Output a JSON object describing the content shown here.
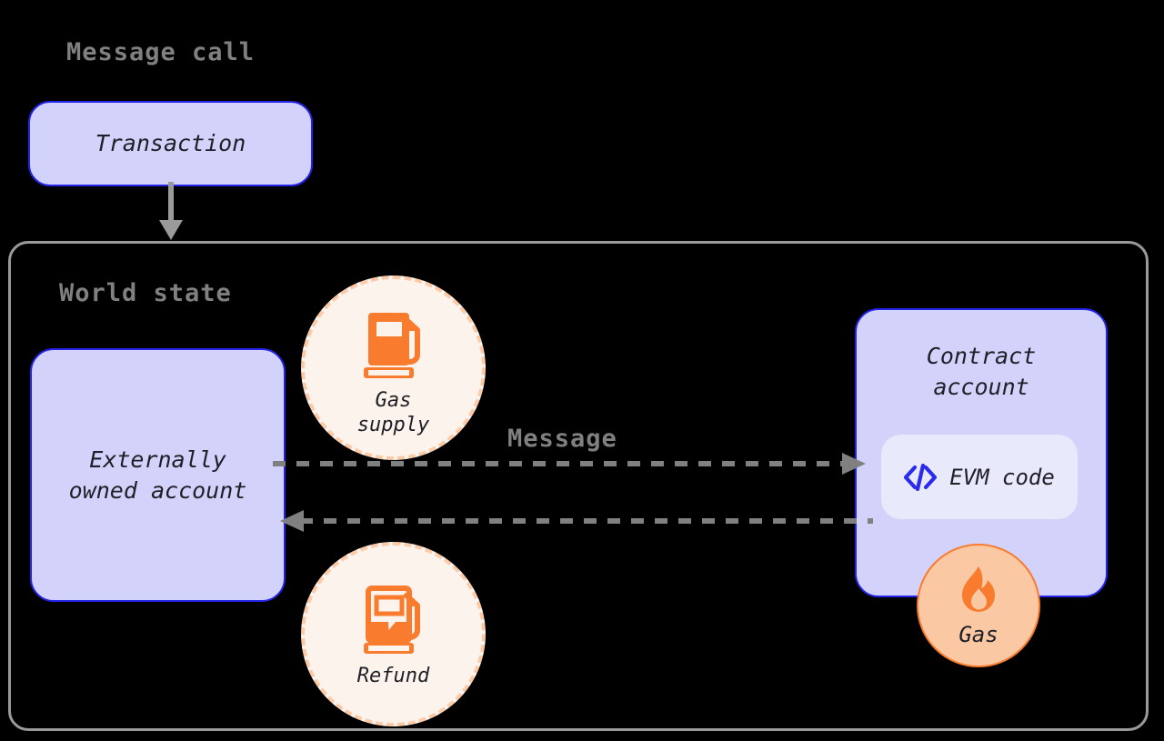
{
  "diagram": {
    "title": "Message call",
    "background_color": "#000000",
    "accent_blue": "#2424e8",
    "node_fill": "#d3d2fb",
    "accent_orange": "#f97b2e",
    "gray": "#9a9a9a"
  },
  "titles": {
    "message_call": "Message call",
    "world_state": "World state"
  },
  "nodes": {
    "transaction": {
      "label": "Transaction"
    },
    "externally_owned_account": {
      "label": "Externally\nowned account"
    },
    "contract_account": {
      "label": "Contract\naccount",
      "chip": {
        "label": "EVM code",
        "icon": "code-brackets-icon"
      }
    }
  },
  "badges": {
    "gas_supply": {
      "label": "Gas\nsupply",
      "icon": "fuel-pump-full-icon"
    },
    "refund": {
      "label": "Refund",
      "icon": "fuel-pump-partial-icon"
    },
    "gas": {
      "label": "Gas",
      "icon": "flame-icon"
    }
  },
  "connectors": {
    "transaction_to_world_state": {
      "label": "",
      "style": "solid",
      "direction": "down"
    },
    "message": {
      "label": "Message",
      "style": "dashed",
      "direction": "right"
    },
    "return": {
      "label": "",
      "style": "dashed",
      "direction": "left"
    }
  }
}
